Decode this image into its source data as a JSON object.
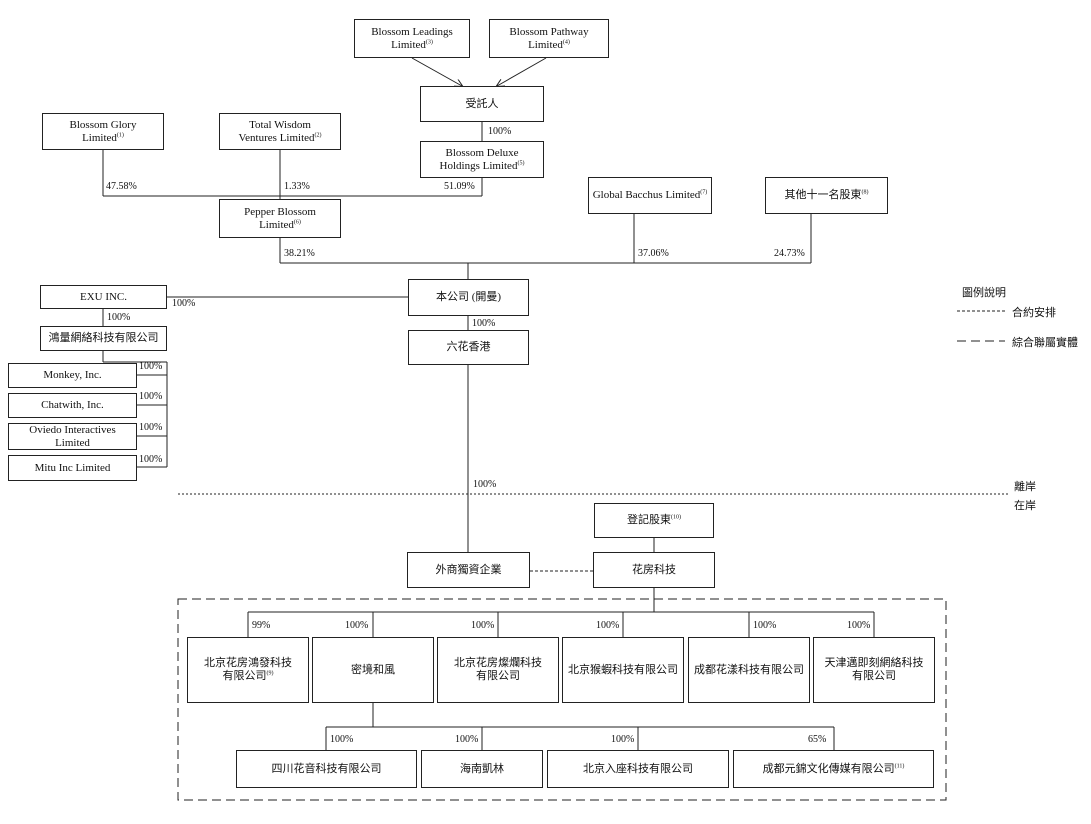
{
  "boxes": {
    "blossom_leadings": {
      "line1": "Blossom Leadings",
      "line2": "Limited",
      "note": "(3)"
    },
    "blossom_pathway": {
      "line1": "Blossom Pathway",
      "line2": "Limited",
      "note": "(4)"
    },
    "trustee": {
      "line1": "受託人"
    },
    "blossom_deluxe": {
      "line1": "Blossom Deluxe",
      "line2": "Holdings Limited",
      "note": "(5)"
    },
    "blossom_glory": {
      "line1": "Blossom Glory",
      "line2": "Limited",
      "note": "(1)"
    },
    "total_wisdom": {
      "line1": "Total Wisdom",
      "line2": "Ventures Limited",
      "note": "(2)"
    },
    "pepper_blossom": {
      "line1": "Pepper Blossom Limited",
      "note": "(6)"
    },
    "global_bacchus": {
      "line1": "Global Bacchus Limited",
      "note": "(7)"
    },
    "other_eleven": {
      "line1": "其他十一名股東",
      "note": "(8)"
    },
    "exu": {
      "line1": "EXU INC."
    },
    "honglian": {
      "line1": "鴻量網絡科技有限公司"
    },
    "company": {
      "line1": "本公司 (開曼)"
    },
    "liuhua_hk": {
      "line1": "六花香港"
    },
    "monkey": {
      "line1": "Monkey, Inc."
    },
    "chatwith": {
      "line1": "Chatwith, Inc."
    },
    "oviedo": {
      "line1": "Oviedo Interactives",
      "line2": "Limited"
    },
    "mitu": {
      "line1": "Mitu Inc Limited"
    },
    "registered_holders": {
      "line1": "登記股東",
      "note": "(10)"
    },
    "wfoe": {
      "line1": "外商獨資企業"
    },
    "huafang": {
      "line1": "花房科技"
    },
    "bj_huafang_hongfa": {
      "line1": "北京花房鴻發科技",
      "line2": "有限公司",
      "note": "(9)"
    },
    "mijing": {
      "line1": "密境和風"
    },
    "bj_huafang_canlan": {
      "line1": "北京花房燦爛科技",
      "line2": "有限公司"
    },
    "bj_houxia": {
      "line1": "北京猴蝦科技有限公司"
    },
    "cd_huayang": {
      "line1": "成都花漾科技有限公司"
    },
    "tj_maiji": {
      "line1": "天津邁即刻網絡科技",
      "line2": "有限公司"
    },
    "sc_huayin": {
      "line1": "四川花音科技有限公司"
    },
    "hainan_kailin": {
      "line1": "海南凱林"
    },
    "bj_ruzuo": {
      "line1": "北京入座科技有限公司"
    },
    "cd_yuanjin": {
      "line1": "成都元錦文化傳媒有限公司",
      "note": "(11)"
    }
  },
  "percents": {
    "trustee_deluxe": "100%",
    "glory": "47.58%",
    "total_wisdom": "1.33%",
    "deluxe": "51.09%",
    "pepper": "38.21%",
    "global_bacchus": "37.06%",
    "other_eleven": "24.73%",
    "exu": "100%",
    "exu_honglian": "100%",
    "company_hk": "100%",
    "monkey": "100%",
    "chatwith": "100%",
    "oviedo": "100%",
    "mitu": "100%",
    "hk_wfoe": "100%",
    "hongfa": "99%",
    "mijing": "100%",
    "canlan": "100%",
    "houxia": "100%",
    "huayang": "100%",
    "maiji": "100%",
    "huayin": "100%",
    "kailin": "100%",
    "ruzuo": "100%",
    "yuanjin": "65%"
  },
  "legend": {
    "title": "圖例說明",
    "contractual": "合約安排",
    "consolidated": "綜合聯屬實體"
  },
  "shore": {
    "offshore": "離岸",
    "onshore": "在岸"
  }
}
